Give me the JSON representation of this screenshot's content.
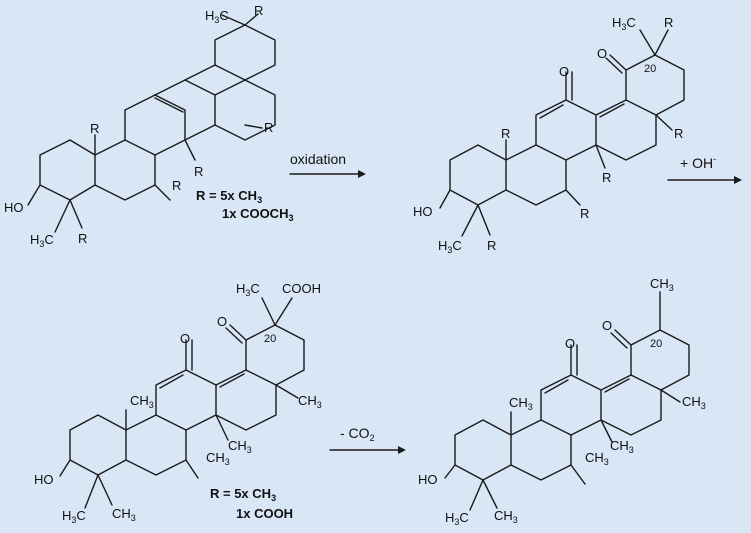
{
  "background_color": "#d9e6f5",
  "line_color": "#1a1a1a",
  "step1": {
    "arrow_label": "oxidation",
    "legend_line1": "R = 5x CH",
    "legend_line1_sub": "3",
    "legend_line2": "1x COOCH",
    "legend_line2_sub": "3"
  },
  "step2": {
    "arrow_label": "+ OH",
    "arrow_label_sup": "-"
  },
  "step3": {
    "arrow_label": "- CO",
    "arrow_label_sub": "2",
    "legend_line1": "R = 5x CH",
    "legend_line1_sub": "3",
    "legend_line2": "1x COOH"
  },
  "atom_labels": {
    "R": "R",
    "HO": "HO",
    "O": "O",
    "H3C_H": "H",
    "H3C_C": "C",
    "CH3_main": "CH",
    "sub3": "3",
    "COOH": "COOH",
    "position_20": "20"
  }
}
